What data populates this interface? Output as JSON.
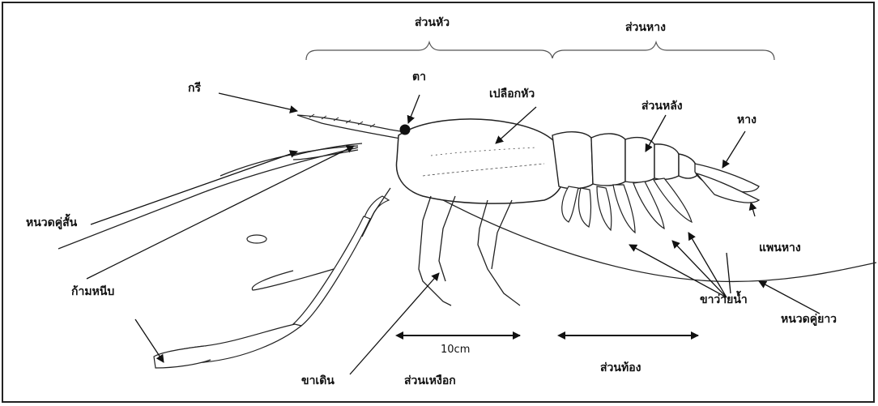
{
  "diagram": {
    "sections": {
      "head": "ส่วนหัว",
      "tail_section": "ส่วนหาง"
    },
    "labels": {
      "rostrum": "กรี",
      "eye": "ตา",
      "carapace": "เปลือกหัว",
      "back": "ส่วนหลัง",
      "tail": "หาง",
      "short_antennae": "หนวดคู่สั้น",
      "claw": "ก้ามหนีบ",
      "walking_legs": "ขาเดิน",
      "gills": "ส่วนเหงือก",
      "scale": "10cm",
      "abdomen": "ส่วนท้อง",
      "swimming_legs": "ขาว่ายน้ำ",
      "tail_fan": "แพนหาง",
      "long_antennae": "หนวดคู่ยาว"
    }
  }
}
